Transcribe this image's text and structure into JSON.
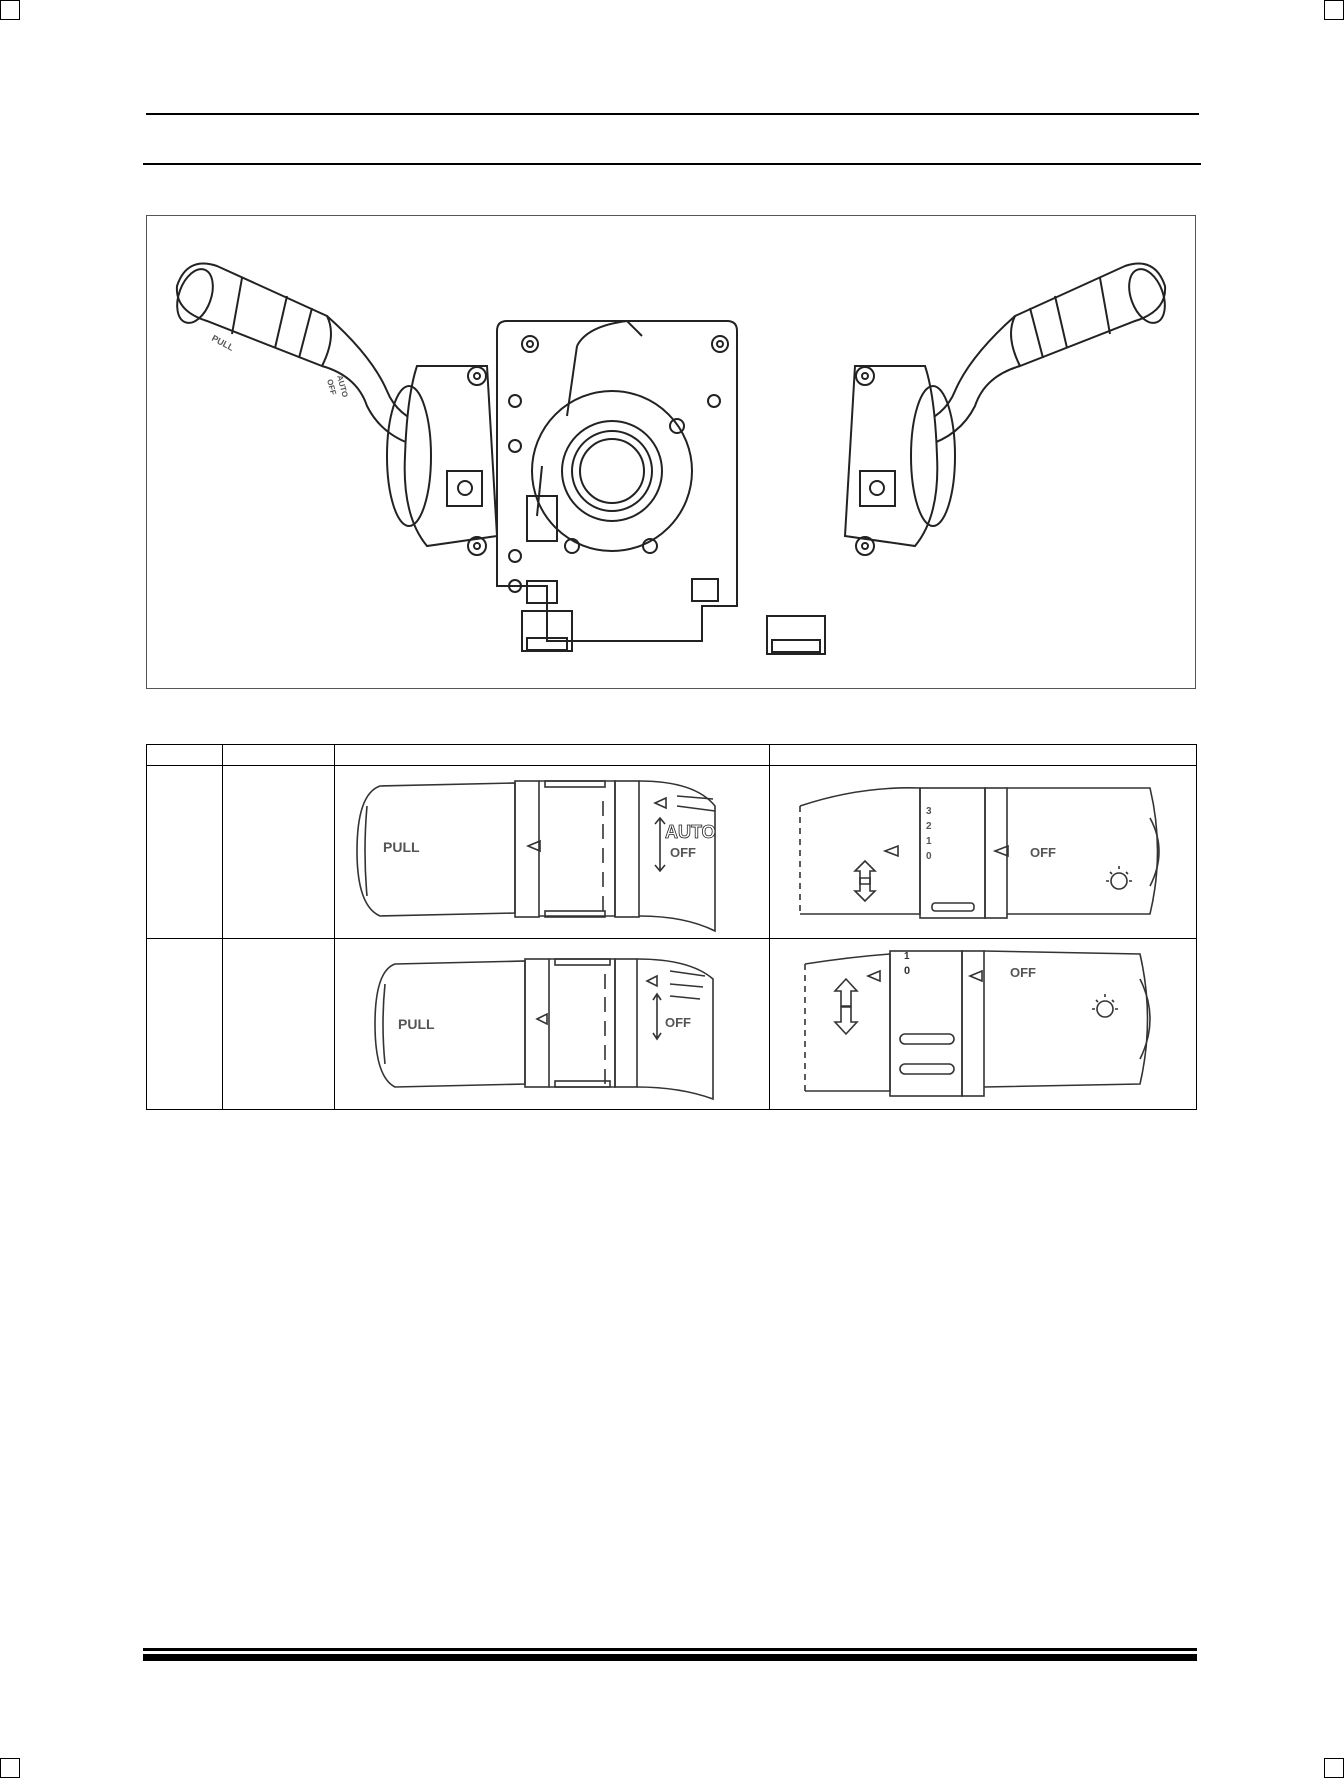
{
  "figure": {
    "left_switch_labels": {
      "pull": "PULL",
      "auto": "AUTO",
      "off": "OFF"
    }
  },
  "table": {
    "rows": [
      {
        "wiper": {
          "pull": "PULL",
          "auto": "AUTO",
          "off": "OFF"
        },
        "light": {
          "steps": [
            "3",
            "2",
            "1",
            "0"
          ],
          "off": "OFF"
        }
      },
      {
        "wiper": {
          "pull": "PULL",
          "off": "OFF"
        },
        "light": {
          "steps": [
            "1",
            "0"
          ],
          "off": "OFF"
        }
      }
    ]
  }
}
